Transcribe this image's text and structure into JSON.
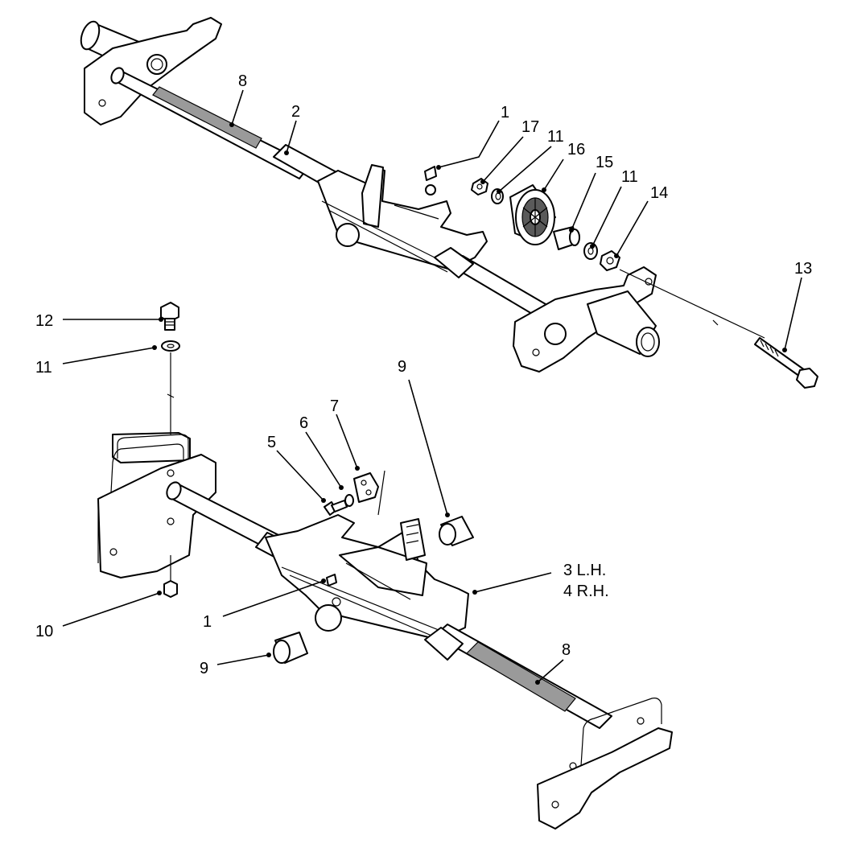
{
  "callouts": {
    "c1_top": "1",
    "c17": "17",
    "c11_top_a": "11",
    "c16": "16",
    "c15": "15",
    "c11_top_b": "11",
    "c14": "14",
    "c8_top": "8",
    "c2": "2",
    "c13": "13",
    "c12": "12",
    "c11_left": "11",
    "c9_top": "9",
    "c7": "7",
    "c6": "6",
    "c5": "5",
    "c3_lh": "3 L.H.",
    "c4_rh": "4 R.H.",
    "c1_bottom": "1",
    "c10": "10",
    "c9_bottom": "9",
    "c8_bottom": "8"
  }
}
